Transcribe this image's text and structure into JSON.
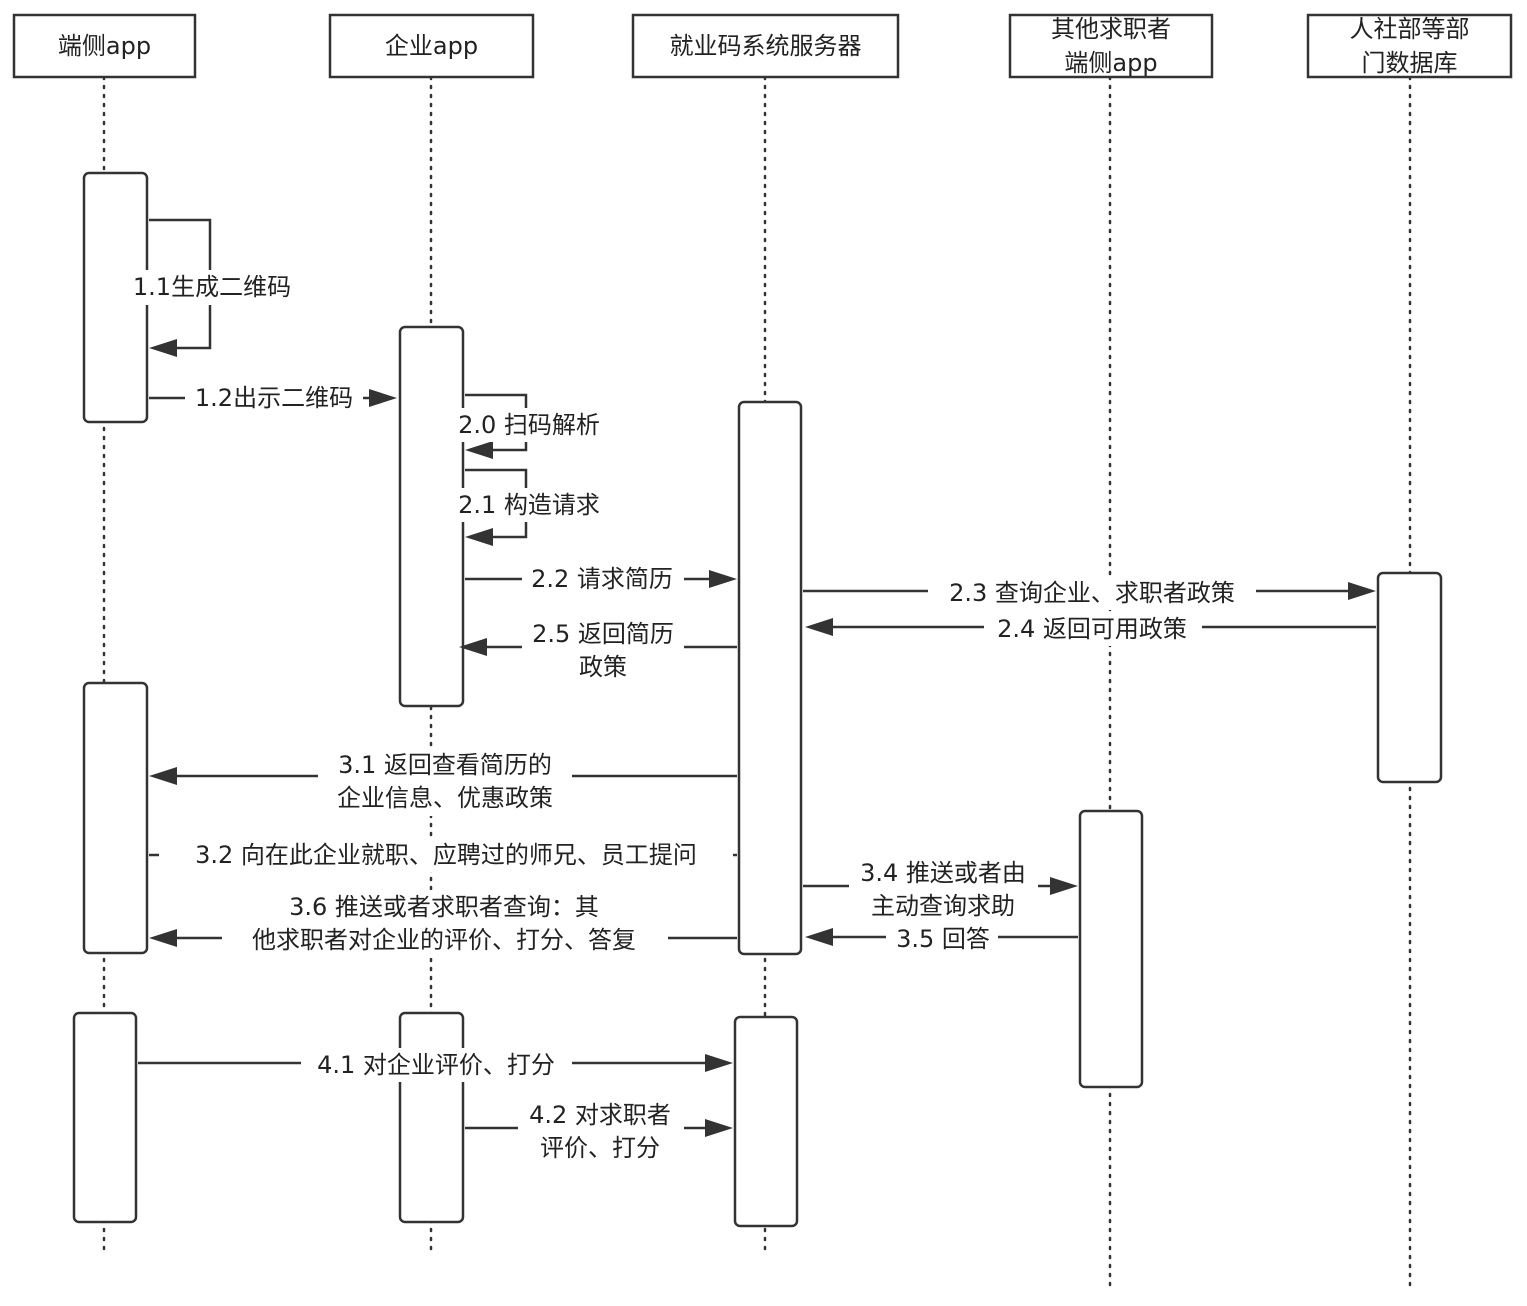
{
  "participants": [
    {
      "id": "p1",
      "label": [
        "端侧app"
      ]
    },
    {
      "id": "p2",
      "label": [
        "企业app"
      ]
    },
    {
      "id": "p3",
      "label": [
        "就业码系统服务器"
      ]
    },
    {
      "id": "p4",
      "label": [
        "其他求职者",
        "端侧app"
      ]
    },
    {
      "id": "p5",
      "label": [
        "人社部等部",
        "门数据库"
      ]
    }
  ],
  "messages": [
    {
      "id": "m1_1",
      "text": [
        "1.1生成二维码"
      ]
    },
    {
      "id": "m1_2",
      "text": [
        "1.2出示二维码"
      ]
    },
    {
      "id": "m2_0",
      "text": [
        "2.0 扫码解析"
      ]
    },
    {
      "id": "m2_1",
      "text": [
        "2.1 构造请求"
      ]
    },
    {
      "id": "m2_2",
      "text": [
        "2.2 请求简历"
      ]
    },
    {
      "id": "m2_3",
      "text": [
        "2.3 查询企业、求职者政策"
      ]
    },
    {
      "id": "m2_4",
      "text": [
        "2.4 返回可用政策"
      ]
    },
    {
      "id": "m2_5",
      "text": [
        "2.5 返回简历",
        "政策"
      ]
    },
    {
      "id": "m3_1",
      "text": [
        "3.1 返回查看简历的",
        "企业信息、优惠政策"
      ]
    },
    {
      "id": "m3_2",
      "text": [
        "3.2 向在此企业就职、应聘过的师兄、员工提问"
      ]
    },
    {
      "id": "m3_4",
      "text": [
        "3.4 推送或者由",
        "主动查询求助"
      ]
    },
    {
      "id": "m3_5",
      "text": [
        "3.5 回答"
      ]
    },
    {
      "id": "m3_6",
      "text": [
        "3.6 推送或者求职者查询：其",
        "他求职者对企业的评价、打分、答复"
      ]
    },
    {
      "id": "m4_1",
      "text": [
        "4.1 对企业评价、打分"
      ]
    },
    {
      "id": "m4_2",
      "text": [
        "4.2 对求职者",
        "评价、打分"
      ]
    }
  ]
}
